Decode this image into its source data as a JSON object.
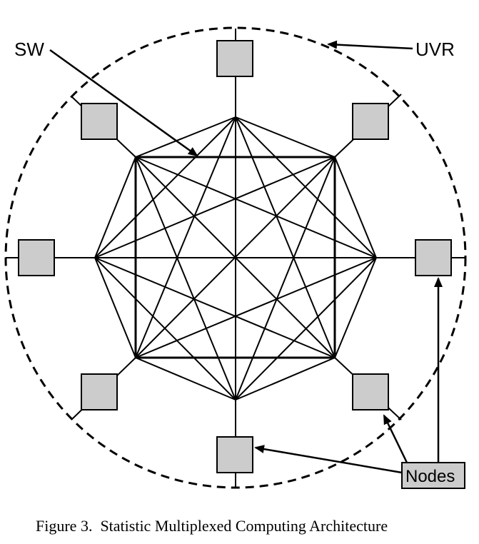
{
  "labels": {
    "sw": "SW",
    "uvr": "UVR",
    "nodes": "Nodes"
  },
  "caption": "Figure 3.  Statistic Multiplexed Computing Architecture",
  "colors": {
    "node_fill": "#cccccc",
    "stroke": "#000000",
    "background": "#ffffff"
  }
}
